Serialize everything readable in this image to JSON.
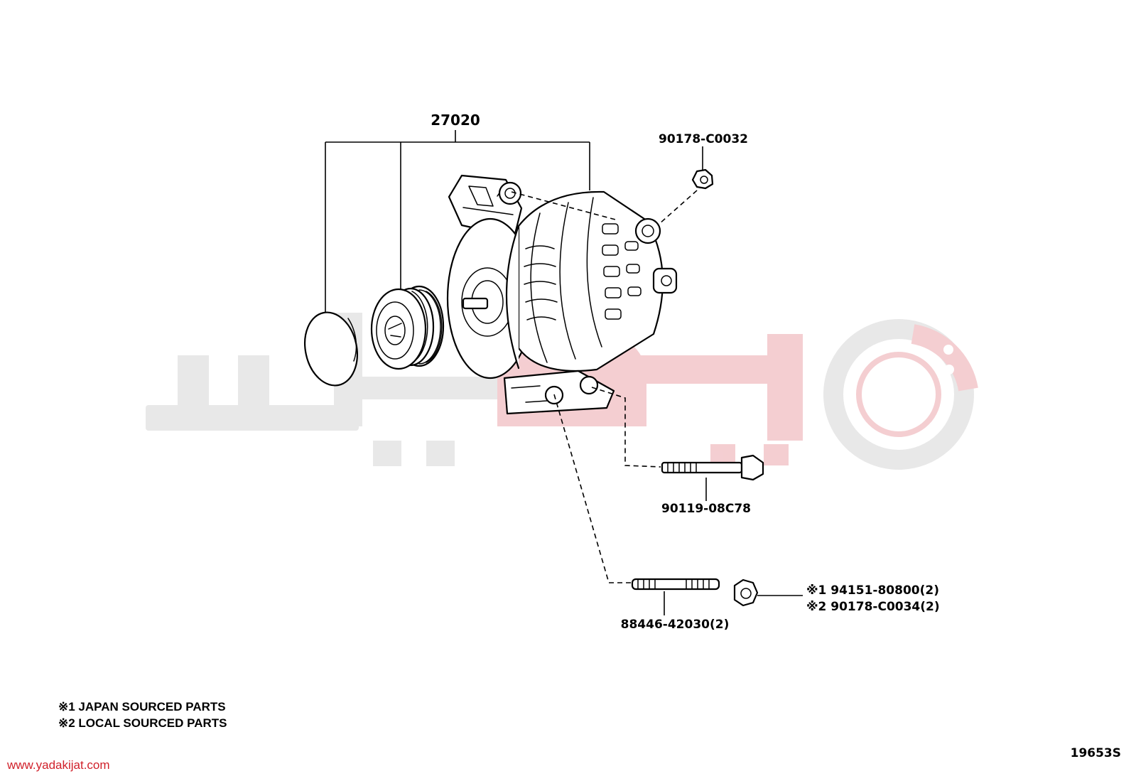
{
  "diagram": {
    "callouts": {
      "assembly": "27020",
      "nut_top": "90178-C0032",
      "bolt": "90119-08C78",
      "stud": "88446-42030(2)",
      "nut_japan": "※1  94151-80800(2)",
      "nut_local": "※2  90178-C0034(2)"
    },
    "legend": {
      "note_1": "※1 JAPAN SOURCED PARTS",
      "note_2": "※2 LOCAL SOURCED PARTS"
    },
    "watermark": {
      "url": "www.yadakijat.com",
      "logo_color": "#e8a0a8",
      "logo_gray": "#e6e6e6"
    },
    "figure_code": "19653S"
  }
}
